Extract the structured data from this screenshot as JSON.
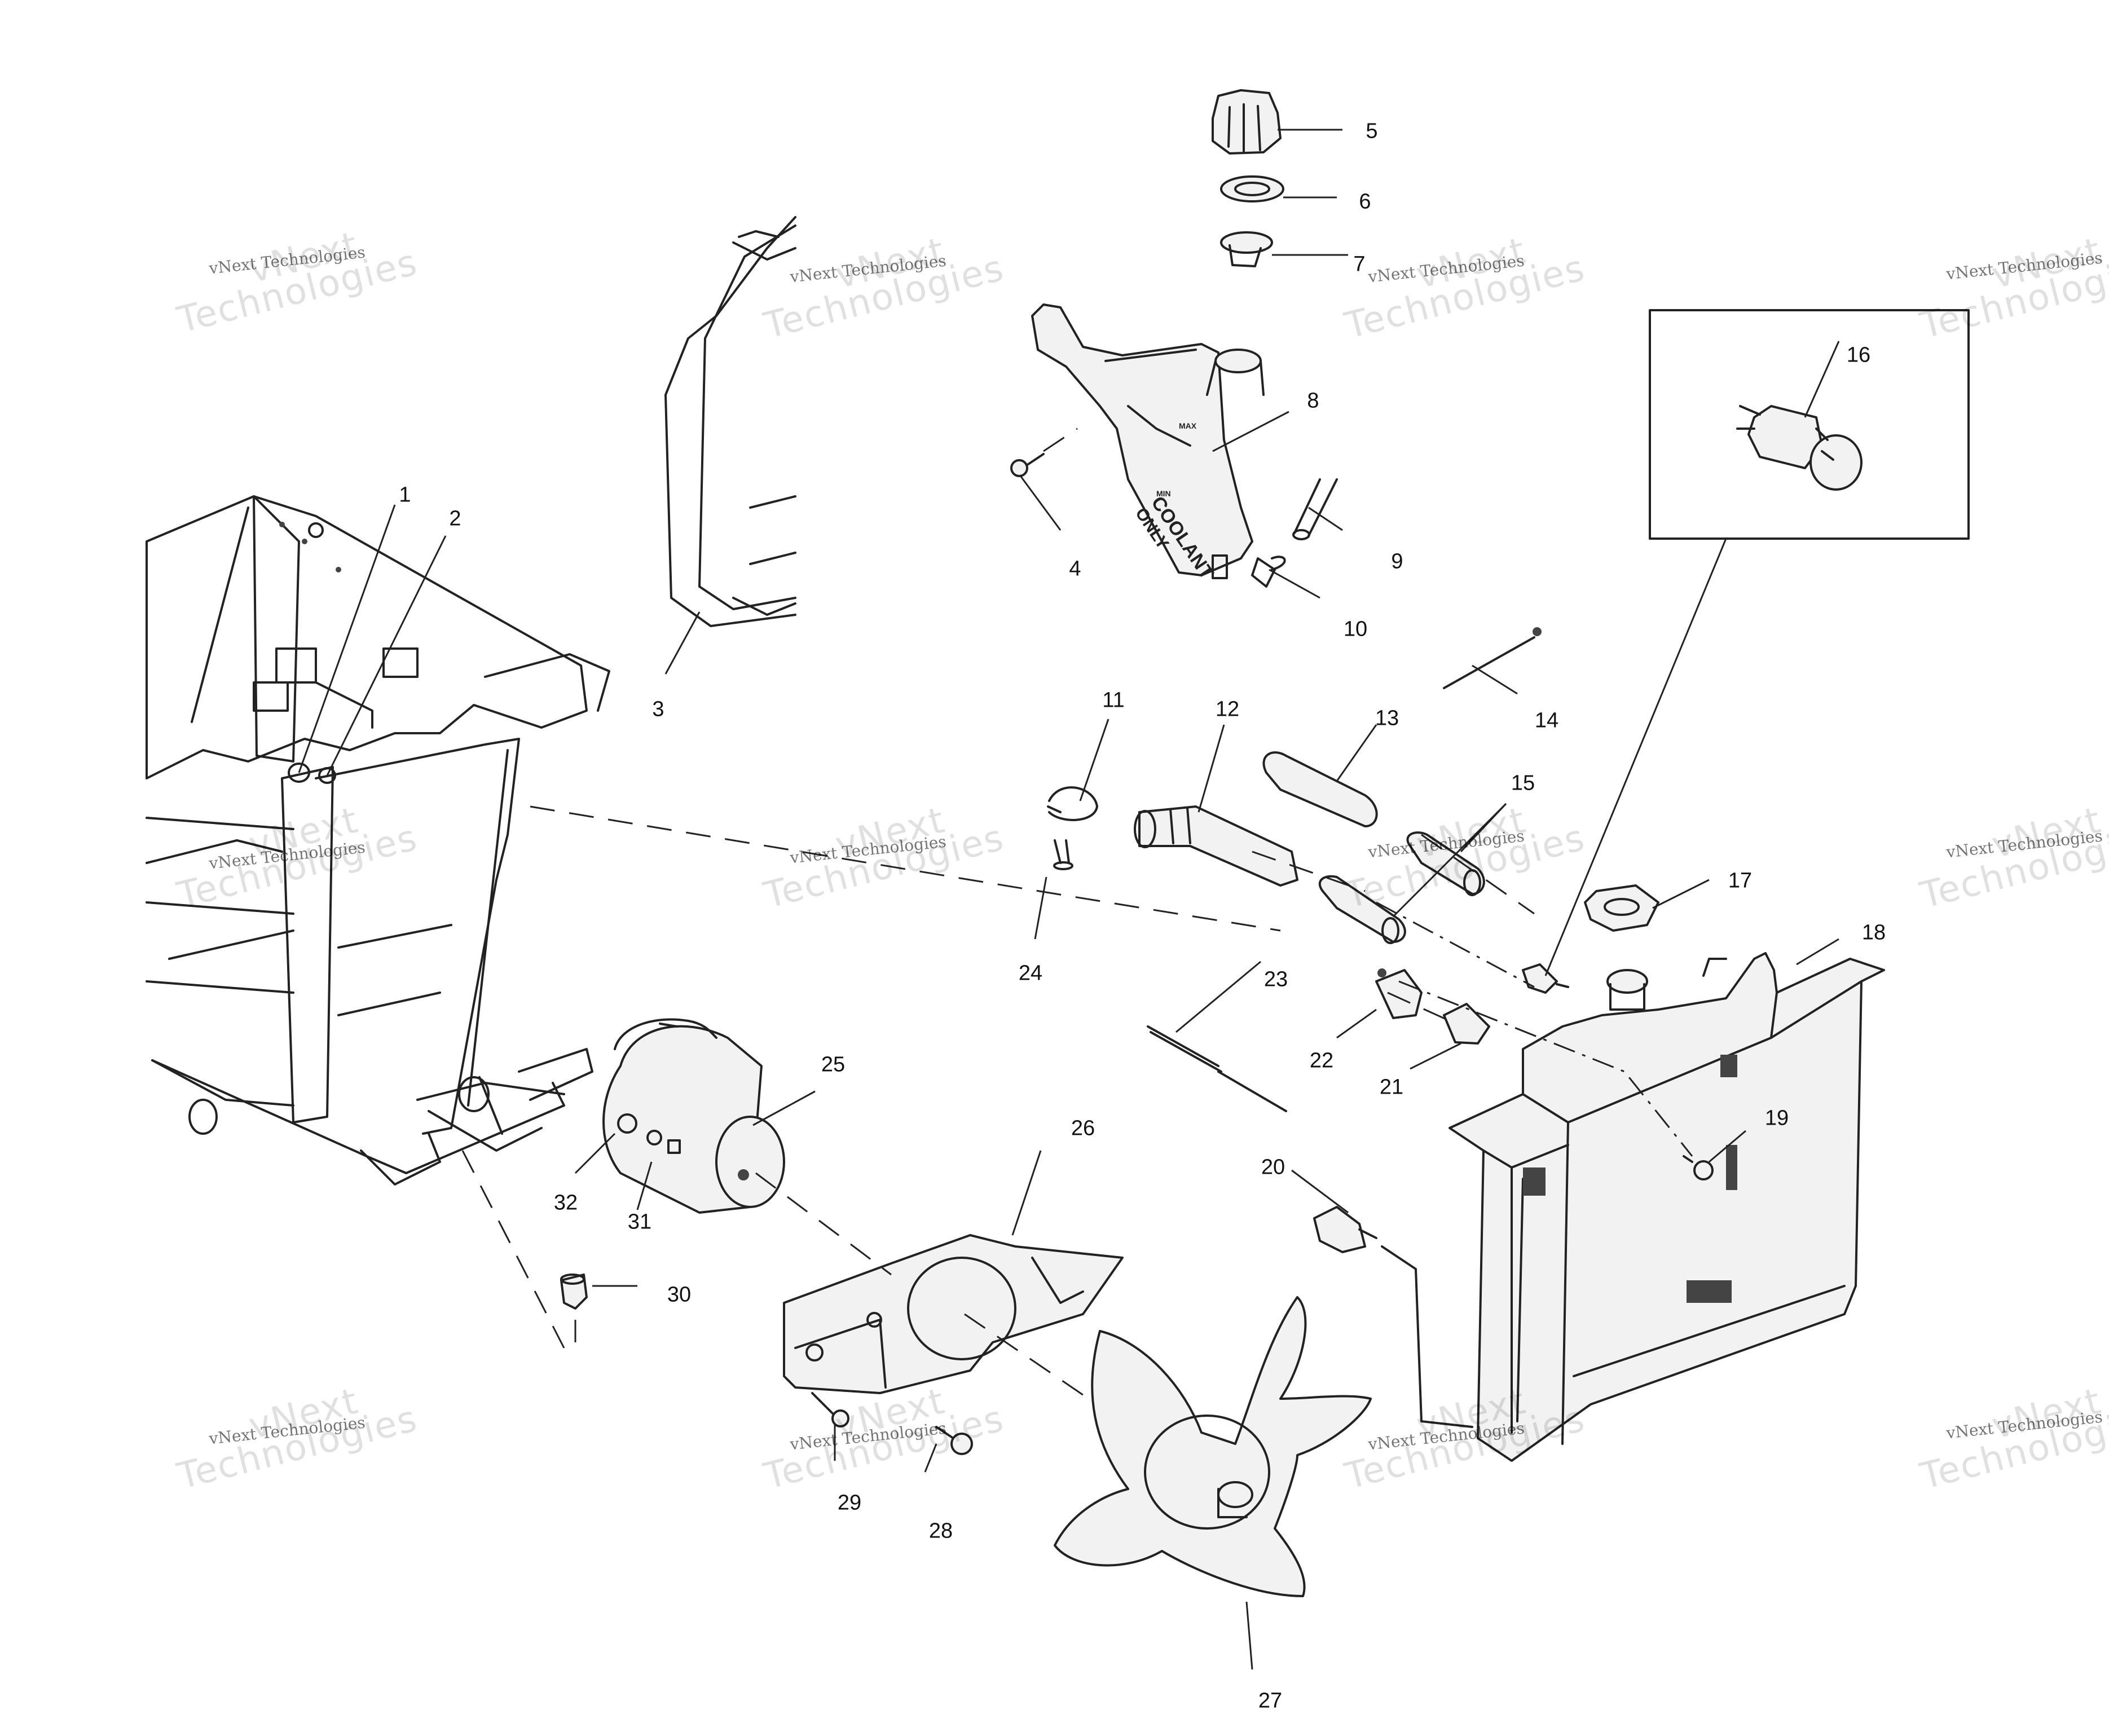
{
  "callouts": {
    "c1": "1",
    "c2": "2",
    "c3": "3",
    "c4": "4",
    "c5": "5",
    "c6": "6",
    "c7": "7",
    "c8": "8",
    "c9": "9",
    "c10": "10",
    "c11": "11",
    "c12": "12",
    "c13": "13",
    "c14": "14",
    "c15": "15",
    "c16": "16",
    "c17": "17",
    "c18": "18",
    "c19": "19",
    "c20": "20",
    "c21": "21",
    "c22": "22",
    "c23": "23",
    "c24": "24",
    "c25": "25",
    "c26": "26",
    "c27": "27",
    "c28": "28",
    "c29": "29",
    "c30": "30",
    "c31": "31",
    "c32": "32"
  },
  "watermark": {
    "small": "vNext Technologies",
    "big_top": "vNext",
    "big_bottom": "Technologies"
  },
  "tank_labels": {
    "max": "MAX",
    "min": "MIN",
    "coolant": "COOLANT",
    "only": "ONLY"
  }
}
